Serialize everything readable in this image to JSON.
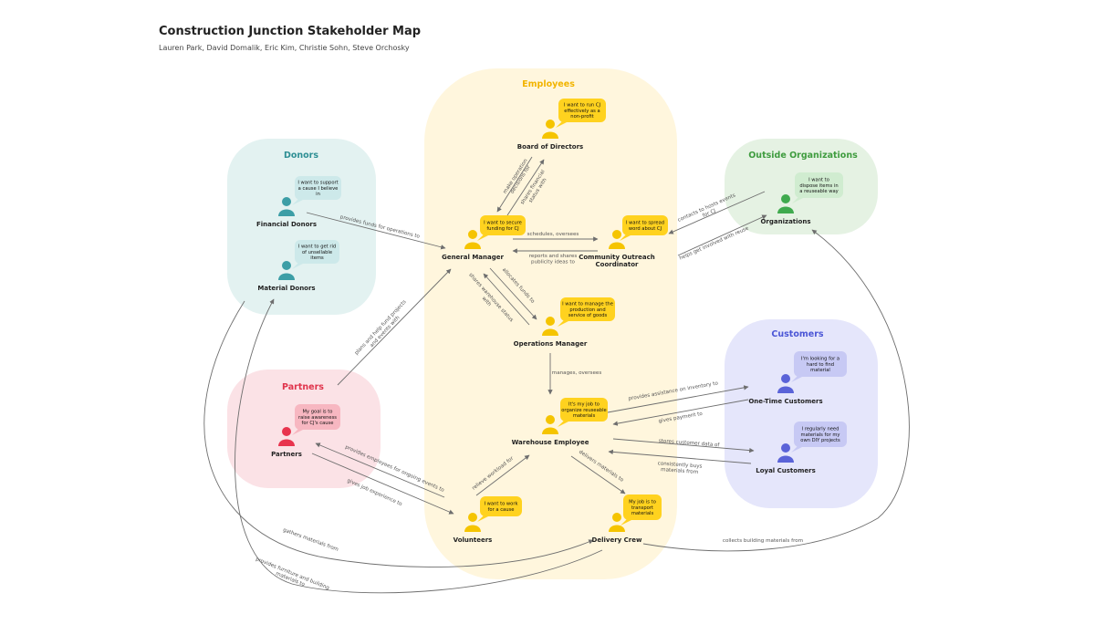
{
  "header": {
    "title": "Construction Junction Stakeholder Map",
    "authors": "Lauren Park, David Domalik, Eric Kim, Christie Sohn, Steve Orchosky"
  },
  "colors": {
    "employees_bg": "#fff6dd",
    "employees_title": "#f2b400",
    "employees_figure": "#f5c400",
    "employees_bubble": "#ffd21f",
    "donors_bg": "#e3f2f1",
    "donors_title": "#2e8f94",
    "donors_figure": "#3c9ea6",
    "donors_bubble": "#cde9ea",
    "outside_bg": "#e5f2e3",
    "outside_title": "#3f9c3f",
    "outside_figure": "#3faa4e",
    "outside_bubble": "#d0ecd0",
    "customers_bg": "#e5e6fb",
    "customers_title": "#4b56d6",
    "customers_figure": "#5a63d8",
    "customers_bubble": "#c7c9f4",
    "partners_bg": "#fbe2e6",
    "partners_title": "#e0344c",
    "partners_figure": "#e8344e",
    "partners_bubble": "#f7b7c1"
  },
  "groups": {
    "employees": "Employees",
    "donors": "Donors",
    "outside": "Outside Organizations",
    "customers": "Customers",
    "partners": "Partners"
  },
  "nodes": {
    "board": {
      "name": [
        "Board of Directors"
      ],
      "bubble": [
        "I want to run CJ",
        "effectively as a",
        "non-profit"
      ]
    },
    "gm": {
      "name": [
        "General Manager"
      ],
      "bubble": [
        "I want to secure",
        "funding for CJ"
      ]
    },
    "coc": {
      "name": [
        "Community Outreach",
        "Coordinator"
      ],
      "bubble": [
        "I want to spread",
        "word about CJ"
      ]
    },
    "ops": {
      "name": [
        "Operations Manager"
      ],
      "bubble": [
        "I want to manage the",
        "production and",
        "service of goods"
      ]
    },
    "warehouse": {
      "name": [
        "Warehouse Employee"
      ],
      "bubble": [
        "It's my job to",
        "organize reuseable",
        "materials"
      ]
    },
    "volunteers": {
      "name": [
        "Volunteers"
      ],
      "bubble": [
        "I want to work",
        "for a cause"
      ]
    },
    "delivery": {
      "name": [
        "Delivery Crew"
      ],
      "bubble": [
        "My job is to",
        "transport",
        "materials"
      ]
    },
    "financial": {
      "name": [
        "Financial Donors"
      ],
      "bubble": [
        "I want to support",
        "a cause I believe",
        "in"
      ]
    },
    "material": {
      "name": [
        "Material Donors"
      ],
      "bubble": [
        "I want to get rid",
        "of unsellable",
        "items"
      ]
    },
    "orgs": {
      "name": [
        "Organizations"
      ],
      "bubble": [
        "I want to",
        "dispose items in",
        "a reuseable way"
      ]
    },
    "onetime": {
      "name": [
        "One-Time Customers"
      ],
      "bubble": [
        "I'm looking for a",
        "hard to find",
        "material"
      ]
    },
    "loyal": {
      "name": [
        "Loyal Customers"
      ],
      "bubble": [
        "I regularly need",
        "materials for my",
        "own DIY projects"
      ]
    },
    "partners": {
      "name": [
        "Partners"
      ],
      "bubble": [
        "My goal is to",
        "raise awareness",
        "for CJ's cause"
      ]
    }
  },
  "edges": {
    "make_decisions": [
      "make operation",
      "decisions for"
    ],
    "shares_status": [
      "shares financial",
      "status with"
    ],
    "provides_funds": [
      "provides funds for operations to"
    ],
    "schedules": [
      "schedules, oversees"
    ],
    "reports": [
      "reports and shares",
      "publicity ideas to"
    ],
    "contacts_hosts": [
      "contacts to hosts events",
      "for CJ"
    ],
    "helps_involved": [
      "helps get involved with reuse"
    ],
    "allocates_funds": [
      "allocates funds to"
    ],
    "shares_warehouse": [
      "shares warehouse status",
      "with"
    ],
    "plans_help": [
      "plans and help fund projects",
      "and events with"
    ],
    "manages": [
      "manages, oversees"
    ],
    "provides_assist": [
      "provides assistance on inventory to"
    ],
    "gives_payment": [
      "gives payment to"
    ],
    "stores_data": [
      "stores customer data of"
    ],
    "consistently_buys": [
      "consistently buys",
      "materials from"
    ],
    "provides_employees": [
      "provides employees for ongoing events to"
    ],
    "gives_job": [
      "gives job experience to"
    ],
    "relieve_workload": [
      "relieve workload for"
    ],
    "delivers": [
      "delivers materials to"
    ],
    "gathers": [
      "gathers materials from"
    ],
    "provides_furniture": [
      "provides furniture and building",
      "materials to"
    ],
    "collects": [
      "collects building materials from"
    ]
  }
}
